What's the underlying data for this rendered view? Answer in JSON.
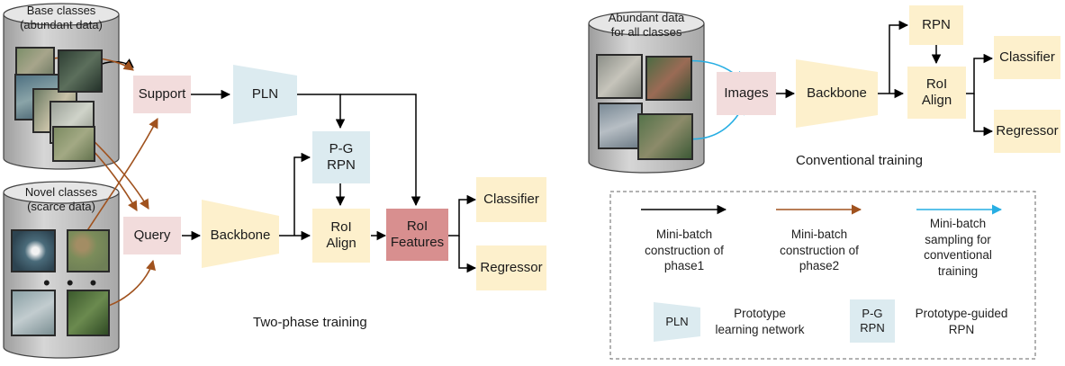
{
  "left_diagram": {
    "base_db_label": "Base classes\n(abundant data)",
    "novel_db_label": "Novel classes\n(scarce data)",
    "ellipsis": "• • •",
    "support": "Support",
    "query": "Query",
    "pln": "PLN",
    "backbone": "Backbone",
    "pg_rpn": "P-G\nRPN",
    "roi_align": "RoI\nAlign",
    "roi_features": "RoI\nFeatures",
    "classifier": "Classifier",
    "regressor": "Regressor",
    "caption": "Two-phase training"
  },
  "right_diagram": {
    "db_label": "Abundant data\nfor all classes",
    "images": "Images",
    "backbone": "Backbone",
    "rpn": "RPN",
    "roi_align": "RoI\nAlign",
    "classifier": "Classifier",
    "regressor": "Regressor",
    "caption": "Conventional training"
  },
  "legend": {
    "black_arrow": "Mini-batch\nconstruction of\nphase1",
    "brown_arrow": "Mini-batch\nconstruction of\nphase2",
    "blue_arrow": "Mini-batch\nsampling for\nconventional\ntraining",
    "pln_box": "PLN",
    "pln_desc": "Prototype\nlearning network",
    "pgrpn_box": "P-G\nRPN",
    "pgrpn_desc": "Prototype-guided\nRPN"
  },
  "colors": {
    "black_arrow": "#000000",
    "brown_arrow": "#a0521e",
    "blue_arrow": "#27aee3",
    "support_box": "#f2dcdc",
    "blue_box": "#dcebf0",
    "yellow_box": "#fdf0cc",
    "roi_features_box": "#d88f8f",
    "database": "#c8c8c8"
  }
}
